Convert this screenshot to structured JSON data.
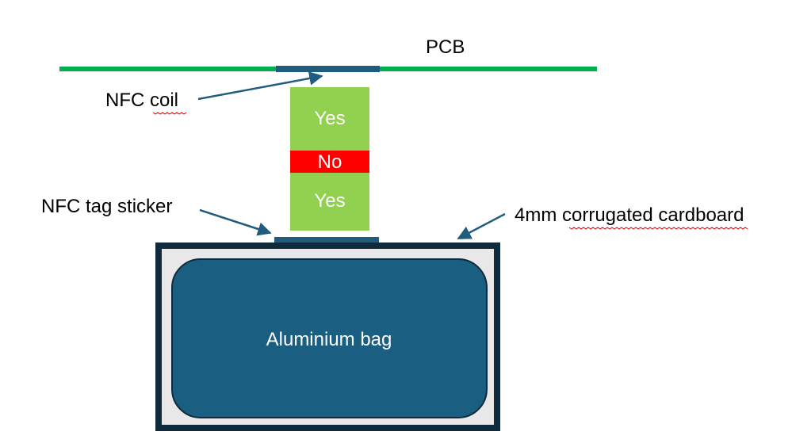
{
  "labels": {
    "pcb": "PCB",
    "nfc_coil": "NFC coil",
    "nfc_tag_sticker": "NFC tag sticker",
    "cardboard": "4mm corrugated cardboard",
    "aluminium_bag": "Aluminium bag"
  },
  "zones": {
    "top": "Yes",
    "middle": "No",
    "bottom": "Yes"
  },
  "colors": {
    "pcb": "#00b050",
    "coil": "#1f5c7d",
    "sticker": "#1f5c7d",
    "yes_zone": "#92d050",
    "no_zone": "#ff0000",
    "box_outline": "#0f2a3d",
    "cardboard_fill": "#e8e8e8",
    "bag_fill": "#1a5f82",
    "arrow": "#1f5c7d"
  }
}
